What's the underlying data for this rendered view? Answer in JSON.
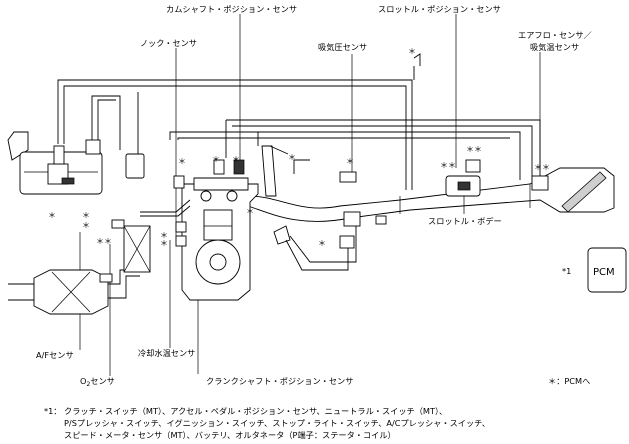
{
  "labels": {
    "cam_sensor": "カムシャフト・ポジション・センサ",
    "throttle_sensor": "スロットル・ポジション・センサ",
    "airflow_sensor_line1": "エアフロ・センサ／",
    "airflow_sensor_line2": "吸気温センサ",
    "knock_sensor": "ノック・センサ",
    "map_sensor": "吸気圧センサ",
    "throttle_body": "スロットル・ボデー",
    "af_sensor": "A/Fセンサ",
    "o2_sensor_prefix": "O",
    "o2_sensor_sub": "2",
    "o2_sensor_suffix": "センサ",
    "coolant_sensor": "冷却水温センサ",
    "crank_sensor": "クランクシャフト・ポジション・センサ",
    "pcm": "PCM",
    "pcm_ref": "*1",
    "legend": "＊：PCMへ"
  },
  "marks": {
    "single": "＊",
    "double": "＊＊",
    "cam_cluster": "＊"
  },
  "footnote": {
    "marker": "*1：",
    "line1": "クラッチ・スイッチ（MT）、アクセル・ペダル・ポジション・センサ、ニュートラル・スイッチ（MT）、",
    "line2": "P/Sプレッシャ・スイッチ、イグニッション・スイッチ、ストップ・ライト・スイッチ、A/Cプレッシャ・スイッチ、",
    "line3": "スピード・メータ・センサ（MT）、バッテリ、オルタネータ（P端子：ステータ・コイル）"
  }
}
